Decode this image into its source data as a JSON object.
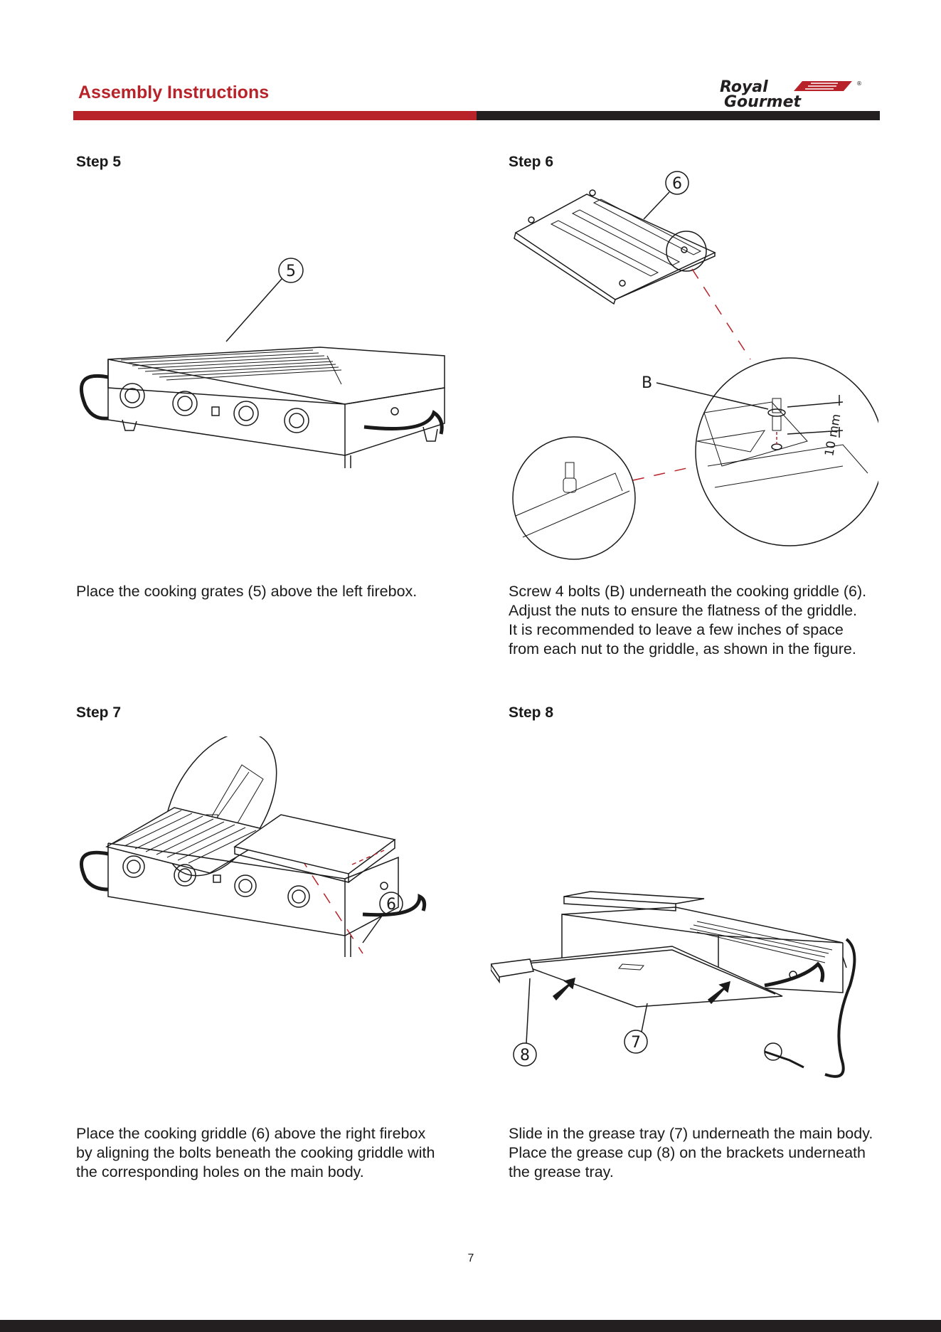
{
  "header": {
    "title": "Assembly Instructions",
    "logo_line1": "Royal",
    "logo_line2": "Gourmet",
    "logo_mark": "®",
    "accent_color": "#b8232a",
    "dark_color": "#231f20"
  },
  "steps": [
    {
      "label": "Step 5",
      "callouts": [
        "5"
      ],
      "lines": [
        "Place the cooking grates (5) above the left firebox."
      ]
    },
    {
      "label": "Step 6",
      "callouts": [
        "6",
        "B",
        "10 mm"
      ],
      "lines": [
        "Screw 4 bolts (B) underneath the cooking griddle (6).",
        "Adjust the nuts to ensure the flatness of the griddle.",
        "It is recommended to leave a few inches of space",
        "from each nut to the griddle, as shown in the figure."
      ]
    },
    {
      "label": "Step 7",
      "callouts": [
        "6"
      ],
      "lines": [
        "Place the cooking griddle (6) above the right firebox",
        "by aligning the bolts beneath the cooking griddle with",
        "the corresponding holes on the main body."
      ]
    },
    {
      "label": "Step 8",
      "callouts": [
        "8",
        "7"
      ],
      "lines": [
        "Slide in the grease tray (7) underneath the main body.",
        "Place the grease cup (8) on the brackets underneath",
        "the grease tray."
      ]
    }
  ],
  "page_number": "7"
}
